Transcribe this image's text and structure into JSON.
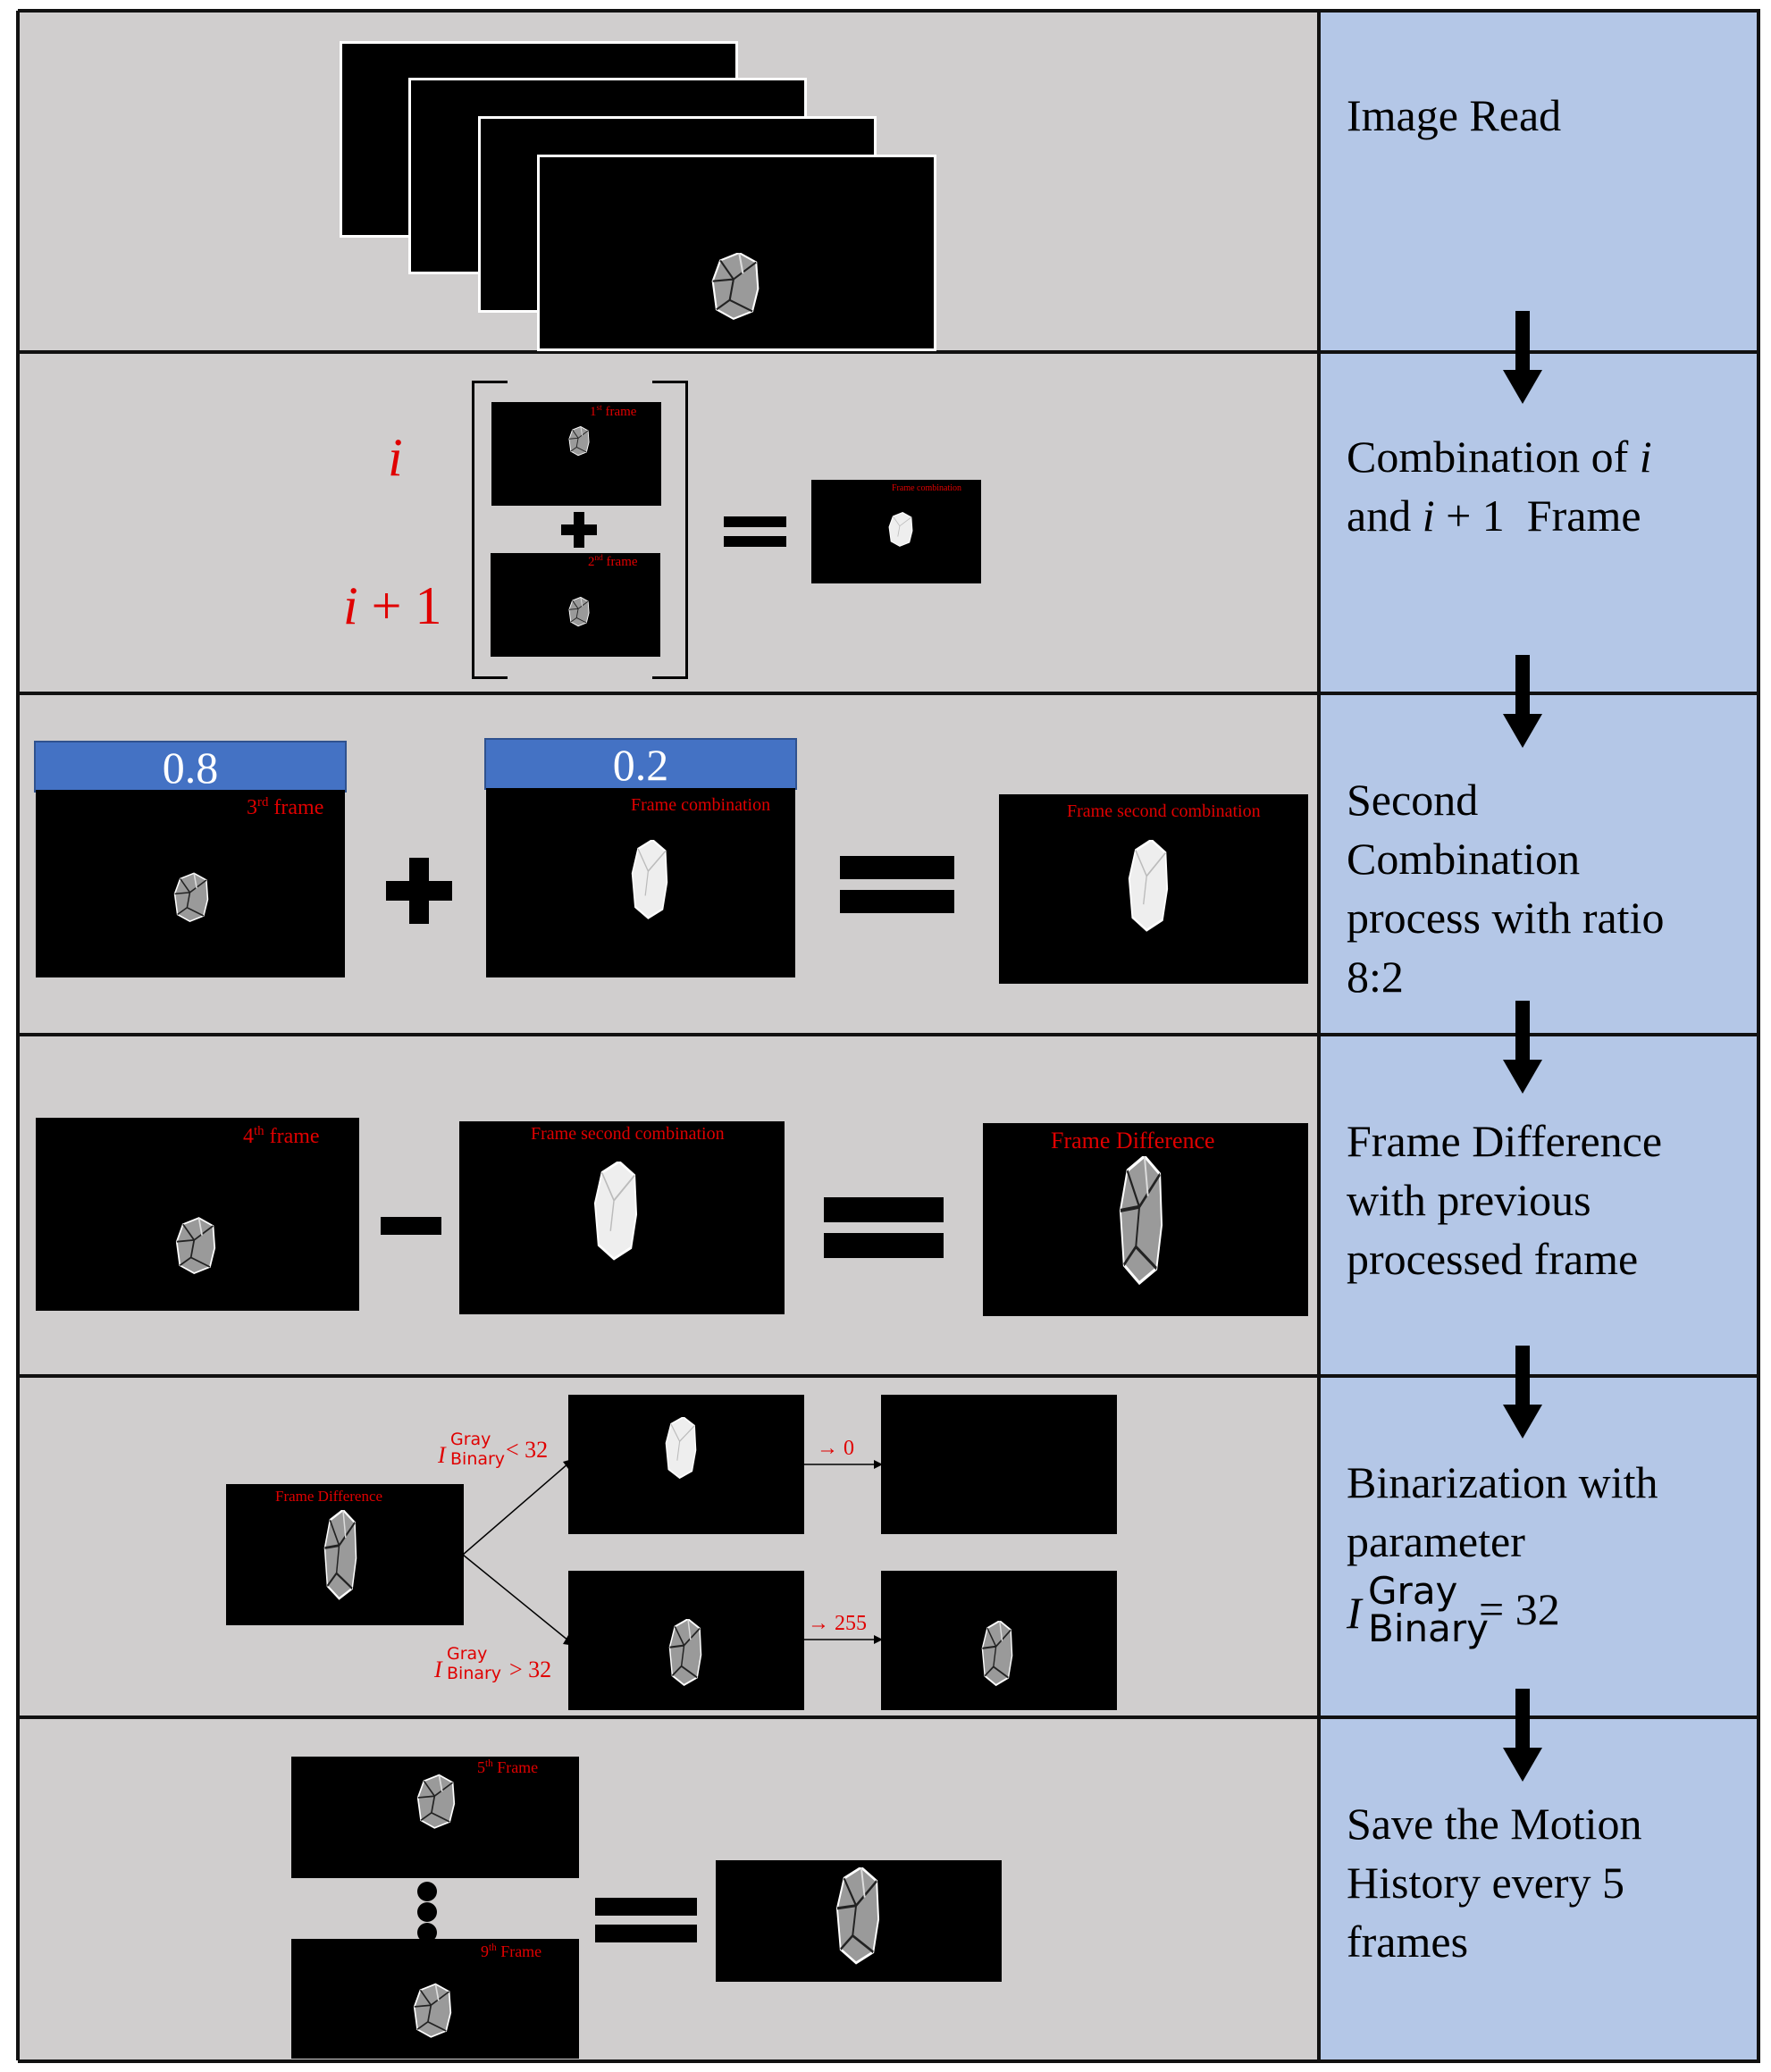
{
  "steps": [
    {
      "id": "image-read",
      "lines": [
        "Image Read"
      ]
    },
    {
      "id": "combination",
      "line1_pre": "Combination of ",
      "line1_var": "i",
      "line2_pre": "and ",
      "line2_var": "i",
      "line2_post": " + 1  Frame"
    },
    {
      "id": "second-combination",
      "lines": [
        "Second",
        "Combination",
        "process with ratio",
        "8:2"
      ]
    },
    {
      "id": "frame-difference",
      "lines": [
        "Frame Difference",
        "with previous",
        "processed frame"
      ]
    },
    {
      "id": "binarization",
      "lines": [
        "Binarization with",
        "parameter"
      ],
      "param_base": "I",
      "param_sup": "Gray",
      "param_sub": "Binary",
      "param_value": "= 32"
    },
    {
      "id": "motion-history",
      "lines": [
        "Save the Motion",
        "History every 5",
        "frames"
      ]
    }
  ],
  "row2": {
    "var_i": "i",
    "var_i1_var": "i",
    "var_i1_post": " + 1",
    "frame1_label_num": "1",
    "frame1_label_sup": "st",
    "frame1_label_text": " frame",
    "frame2_label_num": "2",
    "frame2_label_sup": "nd",
    "frame2_label_text": " frame",
    "result_label": "Frame combination"
  },
  "row3": {
    "ratio_a": "0.8",
    "ratio_b": "0.2",
    "frame3_label_num": "3",
    "frame3_label_sup": "rd",
    "frame3_label_text": " frame",
    "combo_label": "Frame combination",
    "result_label": "Frame second combination"
  },
  "row4": {
    "frame4_label_num": "4",
    "frame4_label_sup": "th",
    "frame4_label_text": " frame",
    "combo_label": "Frame second combination",
    "result_label": "Frame Difference"
  },
  "row5": {
    "input_label": "Frame Difference",
    "cond_top_base": "I",
    "cond_top_sup": "Gray",
    "cond_top_sub": "Binary",
    "cond_top_rel": "< 32",
    "cond_bot_base": "I",
    "cond_bot_sup": "Gray",
    "cond_bot_sub": "Binary",
    "cond_bot_rel": "> 32",
    "map_top": "→ 0",
    "map_bot": "→ 255"
  },
  "row6": {
    "frame5_label_num": "5",
    "frame5_label_sup": "th",
    "frame5_label_text": " Frame",
    "frame9_label_num": "9",
    "frame9_label_sup": "th",
    "frame9_label_text": " Frame"
  }
}
